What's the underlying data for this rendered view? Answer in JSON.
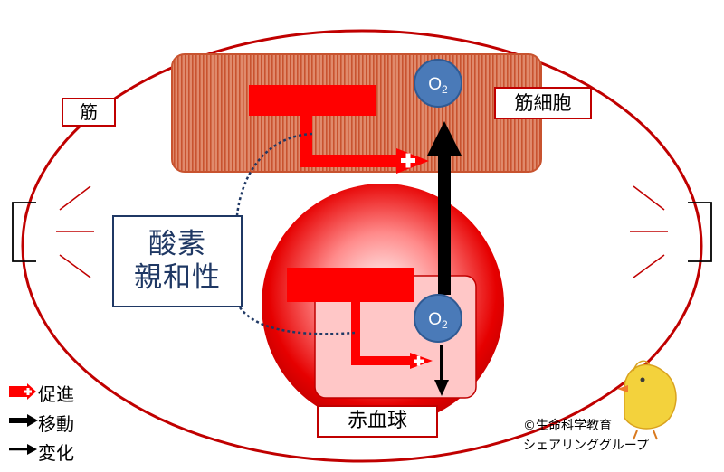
{
  "labels": {
    "muscle": "筋",
    "muscle_cell": "筋細胞",
    "oxygen_affinity_line1": "酸素",
    "oxygen_affinity_line2": "親和性",
    "red_blood_cell": "赤血球",
    "o2_base": "O",
    "o2_sub": "2"
  },
  "legend": {
    "promote": "促進",
    "move": "移動",
    "change": "変化"
  },
  "credit": {
    "line1": "©生命科学教育",
    "line2": "シェアリンググループ"
  },
  "colors": {
    "muscle_fill": "#d9775a",
    "muscle_stripe": "#c8532f",
    "label_border": "#c00000",
    "arrow_red": "#ff0000",
    "o2_fill": "#4a7ab8",
    "affinity_border": "#1f3864"
  }
}
